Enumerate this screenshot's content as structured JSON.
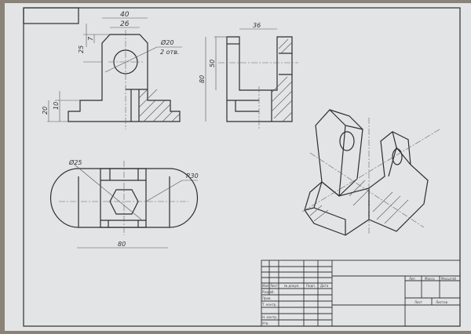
{
  "drawing": {
    "front_view": {
      "dim_width": "40",
      "dim_top": "26",
      "dim_chamfer": "7",
      "dim_hole_height": "25",
      "dim_step": "10",
      "dim_base": "20",
      "hole_label": "Ø20",
      "hole_count": "2 отв."
    },
    "side_view": {
      "dim_slot_width": "36",
      "dim_slot_depth": "50",
      "dim_height": "80"
    },
    "top_view": {
      "dim_hex": "Ø25",
      "dim_radius": "R30",
      "dim_length": "80"
    }
  },
  "title_block": {
    "header": [
      "Изм.",
      "Лист",
      "№ докум.",
      "Подп.",
      "Дата"
    ],
    "rows": [
      "Разраб.",
      "Пров.",
      "Т. контр.",
      "",
      "Н. контр.",
      "Утв."
    ],
    "lit": "Лит.",
    "mass": "Масса",
    "scale": "Масштаб",
    "sheet": "Лист",
    "sheets": "Листов"
  },
  "colors": {
    "paper": "#e4e5e7",
    "desk": "#8a8478",
    "ink": "#2e2e2e"
  }
}
